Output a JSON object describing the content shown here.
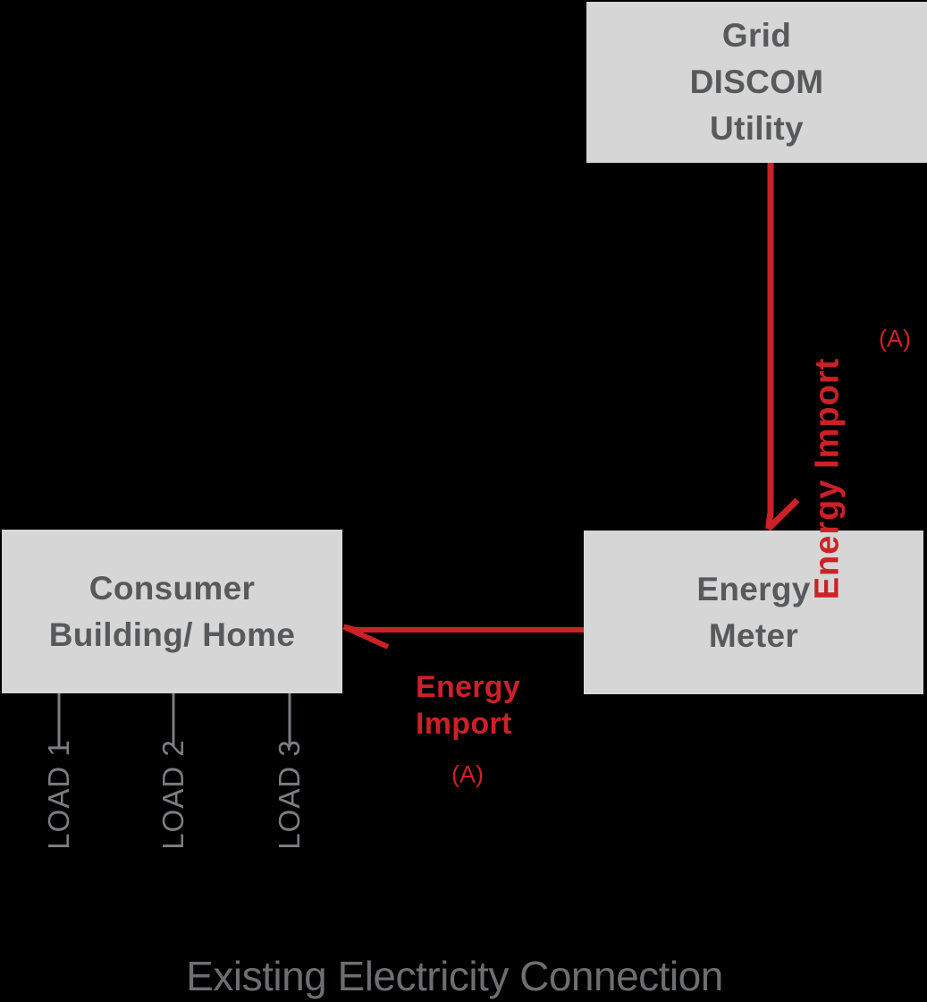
{
  "title": "Existing Electricity Connection",
  "colors": {
    "background": "#000000",
    "box_fill": "#d6d6d6",
    "box_text": "#58595b",
    "accent_red": "#cb2127",
    "muted_gray": "#7c7d80",
    "title_gray": "#6d6e70"
  },
  "nodes": {
    "grid": {
      "lines": [
        "Grid",
        "DISCOM",
        "Utility"
      ]
    },
    "energy_meter": {
      "lines": [
        "Energy",
        "Meter"
      ]
    },
    "consumer": {
      "lines": [
        "Consumer",
        "Building/ Home"
      ]
    }
  },
  "flows": {
    "grid_to_meter": {
      "label": "Energy Import",
      "annotation": "(A)"
    },
    "meter_to_consumer": {
      "label_line1": "Energy",
      "label_line2": "Import",
      "annotation": "(A)"
    }
  },
  "loads": {
    "items": [
      "LOAD 1",
      "LOAD 2",
      "LOAD 3"
    ]
  }
}
